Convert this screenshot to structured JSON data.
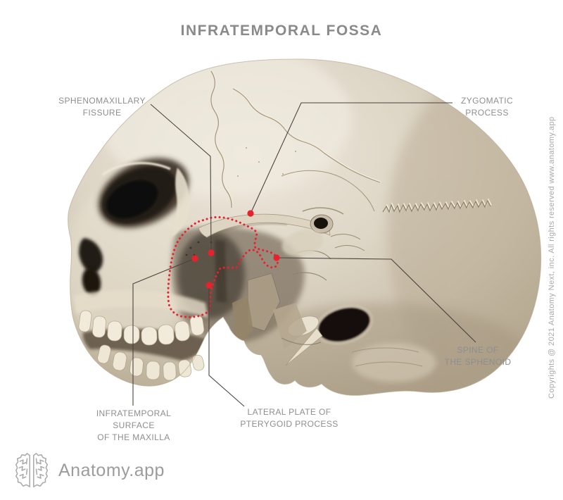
{
  "header": {
    "title": "INFRATEMPORAL FOSSA"
  },
  "annotations": {
    "sphenomaxillary_fissure": {
      "label": "SPHENOMAXILLARY\nFISSURE"
    },
    "zygomatic_process": {
      "label": "ZYGOMATIC\nPROCESS"
    },
    "spine_of_sphenoid": {
      "label": "SPINE OF\nTHE SPHENOID"
    },
    "infratemporal_surface_maxilla": {
      "label": "INFRATEMPORAL\nSURFACE\nOF THE MAXILLA"
    },
    "lateral_plate_pterygoid": {
      "label": "LATERAL PLATE OF\nPTERYGOID PROCESS"
    }
  },
  "figure": {
    "subject": "human skull, left inferolateral view, infratemporal fossa outlined",
    "highlight_color": "#e8212f",
    "label_color": "#8e8e8e",
    "title_color": "#8a8a8a",
    "leader_line_color": "#4b433d",
    "icons": [
      "brain-icon"
    ]
  },
  "footer": {
    "copyright": "Copyrights @ 2021 Anatomy Next, inc. All rights reserved www.anatomy.app",
    "logo_text": "Anatomy.app"
  }
}
